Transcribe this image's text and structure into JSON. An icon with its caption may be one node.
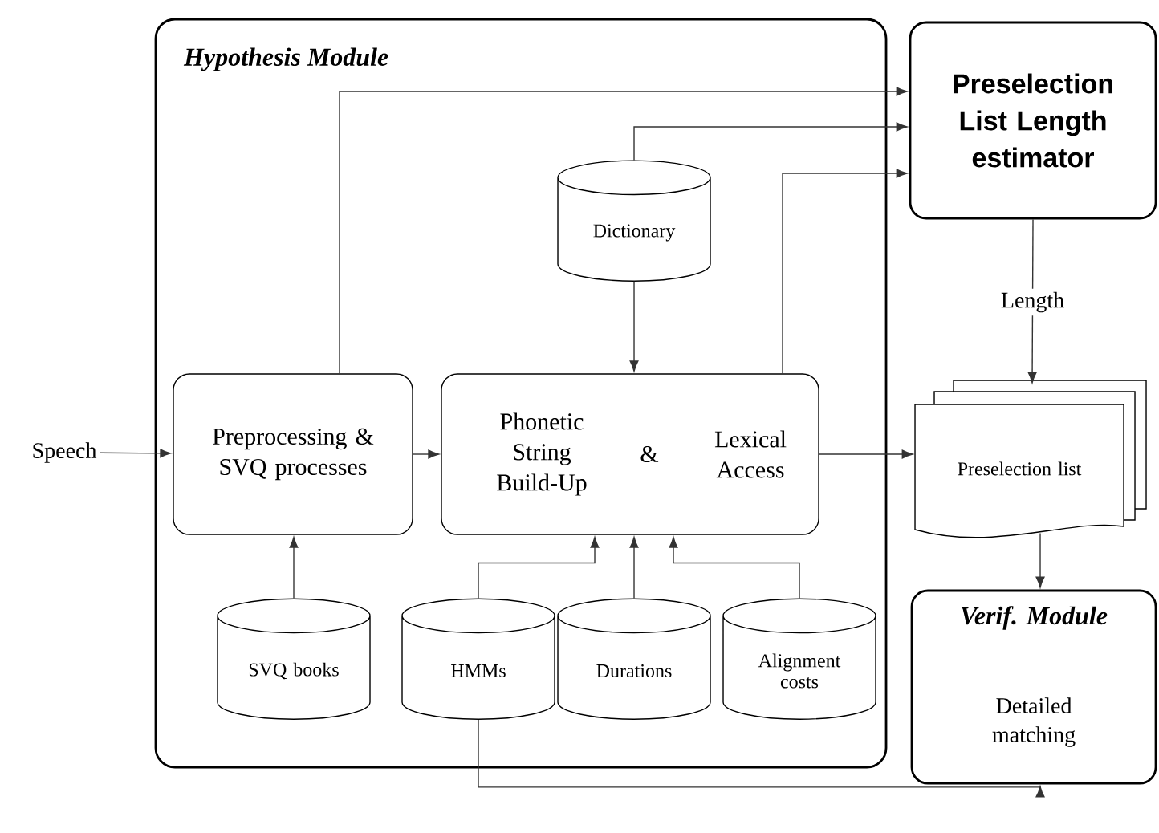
{
  "diagram": {
    "nodes": [
      {
        "text": [
          "Hypothesis Module"
        ]
      },
      {
        "text": [
          "Preselection List Length estimator"
        ]
      },
      {
        "text": [
          "Dictionary"
        ],
        "in": 0
      },
      {
        "text": [
          "Speech"
        ]
      },
      {
        "text": [
          "Preprocessing & SVQ processes"
        ],
        "in": 0
      },
      {
        "text": [
          "Phonetic String Build-Up",
          "&",
          "Lexical Access"
        ],
        "in": 0
      },
      {
        "text": [
          "Preselection list"
        ]
      },
      {
        "text": [
          "SVQ books"
        ],
        "in": 0
      },
      {
        "text": [
          "HMMs"
        ],
        "in": 0
      },
      {
        "text": [
          "Durations"
        ],
        "in": 0
      },
      {
        "text": [
          "Alignment costs"
        ],
        "in": 0
      },
      {
        "text": [
          "Verif. Module",
          "Detailed matching"
        ]
      }
    ],
    "edges": [
      {
        "from": 4,
        "to": 1,
        "arrow": "to"
      },
      {
        "from": 2,
        "to": 1,
        "arrow": "to"
      },
      {
        "from": 5,
        "to": 1,
        "arrow": "to"
      },
      {
        "from": 2,
        "to": 5,
        "arrow": "to"
      },
      {
        "from": 3,
        "to": 4,
        "arrow": "to"
      },
      {
        "from": 4,
        "to": 5,
        "arrow": "to"
      },
      {
        "from": 1,
        "to": 6,
        "arrow": "to",
        "label": "Length"
      },
      {
        "from": 5,
        "to": 6,
        "arrow": "to"
      },
      {
        "from": 6,
        "to": 11,
        "arrow": "to"
      },
      {
        "from": 7,
        "to": 4,
        "arrow": "to"
      },
      {
        "from": 8,
        "to": 5,
        "arrow": "to"
      },
      {
        "from": 9,
        "to": 5,
        "arrow": "to"
      },
      {
        "from": 10,
        "to": 5,
        "arrow": "to"
      },
      {
        "from": 8,
        "to": 11,
        "arrow": "to"
      }
    ]
  }
}
